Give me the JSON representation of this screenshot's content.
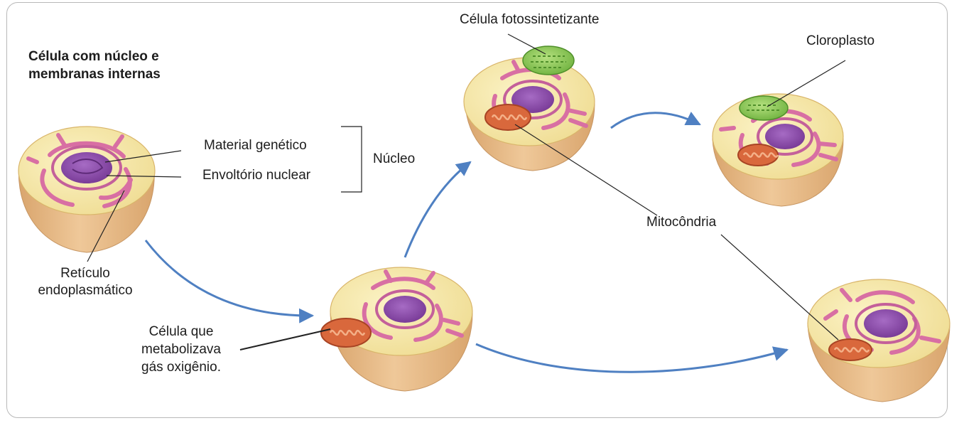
{
  "title": {
    "line1": "Célula com núcleo e",
    "line2": "membranas internas"
  },
  "labels": {
    "material_genetico": "Material genético",
    "envoltorio_nuclear": "Envoltório nuclear",
    "nucleo": "Núcleo",
    "reticulo_line1": "Retículo",
    "reticulo_line2": "endoplasmático",
    "celula_que_line1": "Célula que",
    "celula_que_line2": "metabolizava",
    "celula_que_line3": "gás oxigênio.",
    "celula_fotossintetizante": "Célula fotossintetizante",
    "cloroplasto": "Cloroplasto",
    "mitocondria": "Mitocôndria"
  },
  "colors": {
    "cytoplasm": "#f5e7a6",
    "cell_side": "#e4b882",
    "reticulum": "#d86fa3",
    "nucleus": "#8a4da8",
    "mitochondrion": "#d9683c",
    "chloroplast": "#8fcc55",
    "arrow": "#4f80c2",
    "frame": "#b8b8b8"
  }
}
